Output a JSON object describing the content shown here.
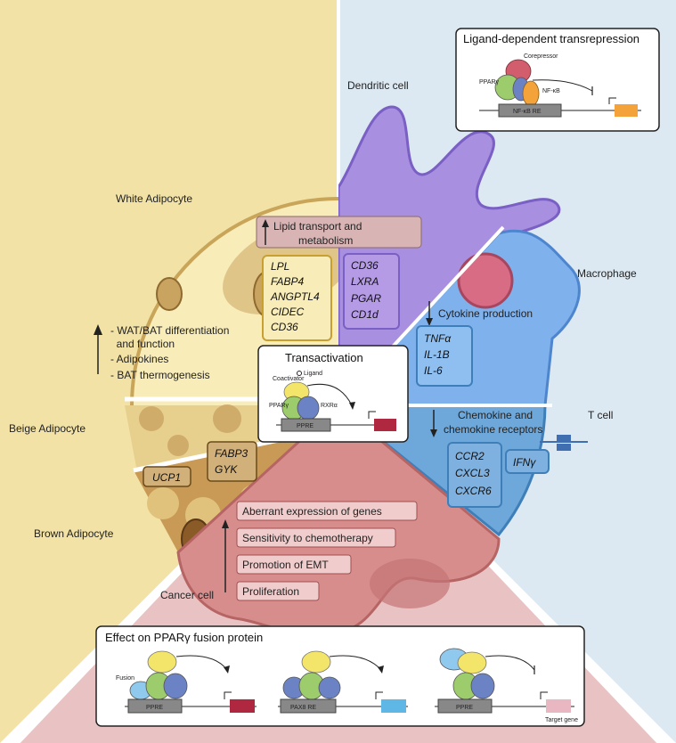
{
  "cells": {
    "white_adipocyte": "White Adipocyte",
    "beige_adipocyte": "Beige Adipocyte",
    "brown_adipocyte": "Brown Adipocyte",
    "dendritic_cell": "Dendritic cell",
    "macrophage": "Macrophage",
    "t_cell": "T cell",
    "cancer_cell": "Cancer cell"
  },
  "adipocyte_effects": [
    "- WAT/BAT differentiation",
    "  and function",
    "- Adipokines",
    "- BAT thermogenesis"
  ],
  "lipid": {
    "title_lines": [
      "Lipid transport and",
      "metabolism"
    ],
    "adipocyte_genes": [
      "LPL",
      "FABP4",
      "ANGPTL4",
      "CIDEC",
      "CD36"
    ],
    "dendritic_genes": [
      "CD36",
      "LXRA",
      "PGAR",
      "CD1d"
    ]
  },
  "cytokine": {
    "title": "Cytokine production",
    "genes": [
      "TNFα",
      "IL-1B",
      "IL-6"
    ]
  },
  "chemokine": {
    "title_lines": [
      "Chemokine and",
      "chemokine receptors"
    ],
    "genes": [
      "CCR2",
      "CXCL3",
      "CXCR6"
    ],
    "ifn": "IFNγ"
  },
  "beige_genes": [
    "UCP1"
  ],
  "brown_genes": [
    "FABP3",
    "GYK"
  ],
  "cancer_effects": [
    "Aberrant expression of genes",
    "Sensitivity to chemotherapy",
    "Promotion of EMT",
    "Proliferation"
  ],
  "transactivation": {
    "title": "Transactivation",
    "coactivator": "Coactivator",
    "ligand": "Ligand",
    "ppar": "PPARγ",
    "rxr": "RXRα",
    "ppre": "PPRE"
  },
  "transrepression": {
    "title": "Ligand-dependent transrepression",
    "corepressor": "Corepressor",
    "ppar": "PPARγ",
    "nfkb": "NF-κB",
    "nfkb_re": "NF-κB RE"
  },
  "fusion": {
    "title": "Effect on PPARγ fusion  protein",
    "fusion_label": "Fusion",
    "elements": [
      "PPRE",
      "PAX8 RE",
      "PPRE"
    ],
    "target_gene": "Target gene"
  },
  "colors": {
    "adipocyte_bg": "#f3e2a6",
    "adipocyte_cell": "#f8ecb8",
    "dendritic_bg": "#dce9f2",
    "dendritic_cell": "#a98fe0",
    "macrophage_cell": "#7fb1ec",
    "tcell_cell": "#6ea7d9",
    "cancer_bg": "#e9c3c3",
    "cancer_cell": "#d88d8d",
    "coactivator": "#f3e46a",
    "ppar": "#9ccc6b",
    "rxr": "#6b83c4",
    "corepressor": "#d15d6d",
    "nfkb": "#f3a33a"
  }
}
